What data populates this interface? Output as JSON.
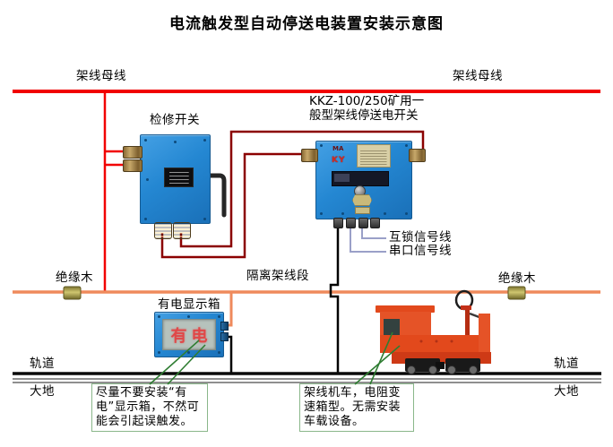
{
  "title": "电流触发型自动停送电装置安装示意图",
  "bus": {
    "label_left": "架线母线",
    "label_right": "架线母线"
  },
  "devices": {
    "maintenance_switch": {
      "label": "检修开关"
    },
    "kkz_switch": {
      "label_line1": "KKZ-100/250矿用一",
      "label_line2": "般型架线停送电开关",
      "ma_mark": "MA",
      "ky_mark": "KY"
    },
    "display_box": {
      "label": "有电显示箱",
      "screen_text": "有电"
    }
  },
  "signal_lines": {
    "interlock": "互锁信号线",
    "serial": "串口信号线"
  },
  "trolley_line": {
    "insulator_left": "绝缘木",
    "insulator_right": "绝缘木",
    "isolated_section": "隔离架线段"
  },
  "ground": {
    "rail_left": "轨道",
    "rail_right": "轨道",
    "earth_left": "大地",
    "earth_right": "大地"
  },
  "notes": {
    "display_warning": "尽量不要安装“有电”显示箱，不然可能会引起误触发。",
    "locomotive": "架线机车，电阻变速箱型。无需安装车载设备。"
  },
  "colors": {
    "bus_red": "#f10000",
    "feeder_dark_red": "#8b0000",
    "trolley_orange": "#ef8a5c",
    "signal_purple": "#9aa0c8",
    "interlock_black": "#000000",
    "annotation_green": "#2f7d32",
    "note_border_green": "#8ab78a",
    "device_blue": "#2487d2",
    "locomotive_red": "#e2491c",
    "display_text_red": "#e04848"
  }
}
